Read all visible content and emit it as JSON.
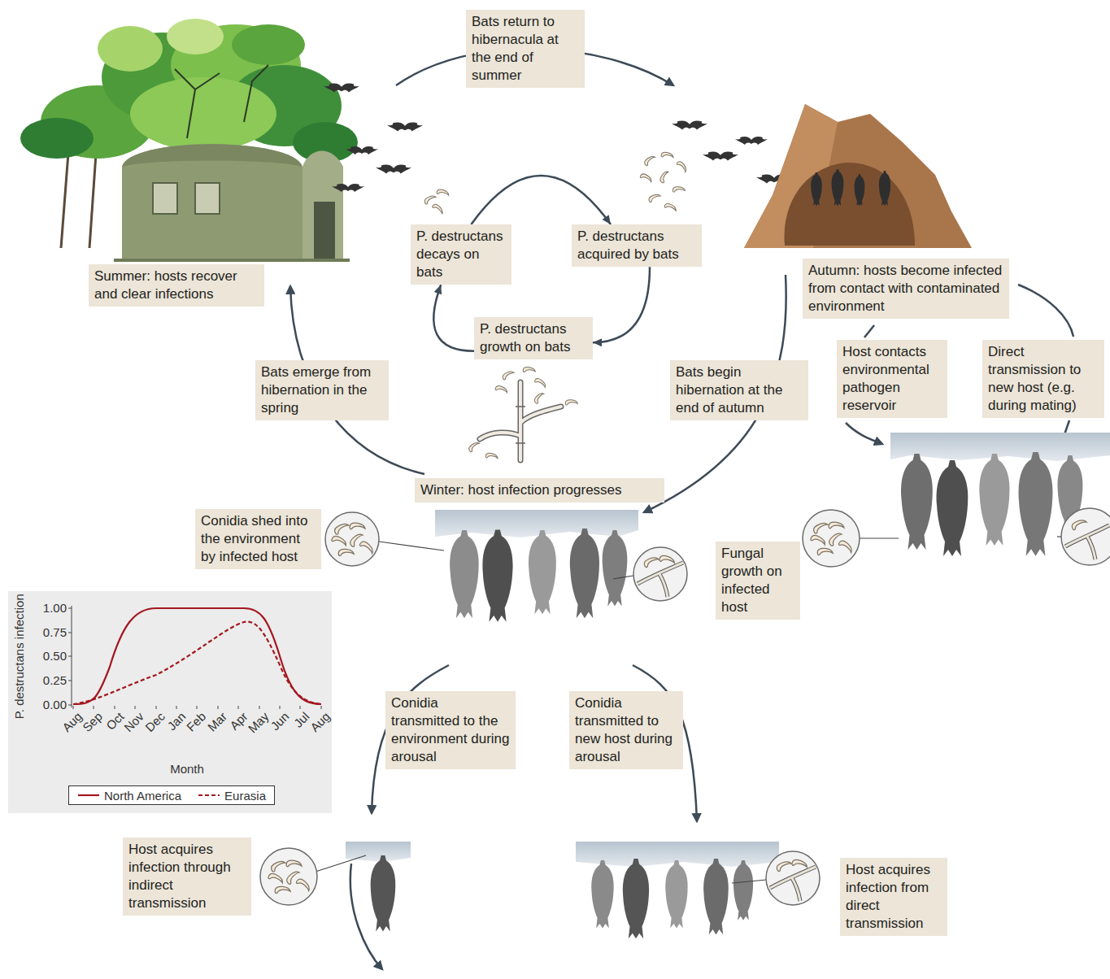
{
  "diagram": {
    "nodes": [
      {
        "text": [
          "Bats return to hibernacula at the end of summer"
        ]
      },
      {
        "text": [
          "P. destructans decays on bats"
        ]
      },
      {
        "text": [
          "P. destructans acquired by bats"
        ]
      },
      {
        "text": [
          "Summer: hosts recover and clear infections"
        ]
      },
      {
        "text": [
          "Autumn: hosts become infected from contact with contaminated environment"
        ]
      },
      {
        "text": [
          "P. destructans growth on bats"
        ]
      },
      {
        "text": [
          "Host contacts environmental pathogen reservoir"
        ]
      },
      {
        "text": [
          "Direct transmission to new host (e.g. during mating)"
        ]
      },
      {
        "text": [
          "Bats emerge from hibernation in the spring"
        ]
      },
      {
        "text": [
          "Bats begin hibernation at the end of autumn"
        ]
      },
      {
        "text": [
          "Winter: host infection progresses"
        ]
      },
      {
        "text": [
          "Conidia shed into the environment by infected host"
        ]
      },
      {
        "text": [
          "Fungal growth on infected host"
        ]
      },
      {
        "text": [
          "Conidia transmitted to the environment during arousal"
        ]
      },
      {
        "text": [
          "Conidia transmitted to new host during arousal"
        ]
      },
      {
        "text": [
          "Host acquires infection through indirect transmission"
        ]
      },
      {
        "text": [
          "Host acquires infection from direct transmission"
        ]
      }
    ],
    "edges": [
      {
        "from": 1,
        "to": 2,
        "arrow": "to"
      },
      {
        "from": 2,
        "to": 5,
        "arrow": "to"
      },
      {
        "from": 5,
        "to": 1,
        "arrow": "to"
      }
    ],
    "labels": [
      "1.00",
      "0.75",
      "0.50",
      "0.25",
      "0.00",
      "P. destructans infection",
      "Aug",
      "Sep",
      "Oct",
      "Nov",
      "Dec",
      "Jan",
      "Feb",
      "Mar",
      "Apr",
      "May",
      "Jun",
      "Jul",
      "Aug",
      "Month"
    ],
    "legend": [
      {
        "text": "North America"
      },
      {
        "text": "Eurasia"
      }
    ]
  }
}
